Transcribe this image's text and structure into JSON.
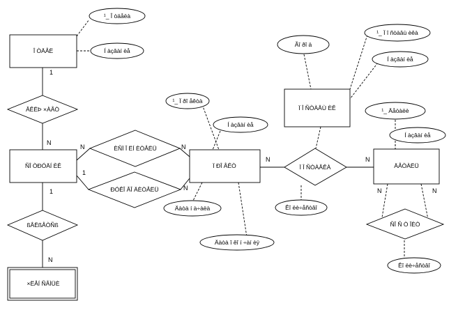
{
  "entities": {
    "e1": "Î ÒÄÅË",
    "e2": "ÑÎ ÒÐÓÄÍ ÈÊ",
    "e3": "×ËÅÍ  ÑÅÌÜÈ",
    "e4": "Ï ÐÎ ÅÊÒ",
    "e5": "Ï Î ÑÒÀÂÙ ÈÊ",
    "e6": "ÄÅÒÀËÜ"
  },
  "relationships": {
    "r1": "ÂÊËÞ ×ÀÅÒ",
    "r2": "ÈÑÏ Î ËÍ ÈÒÅËÜ",
    "r3": "ÐÓÊÎ ÂÎ ÄÈÒÅËÜ",
    "r4": "ßÂËßÅÒÑß",
    "r5": "Ï Î ÑÒÀÂÊÀ",
    "r6": "ÑÎ Ñ Ò ÎÈÒ"
  },
  "attributes": {
    "e1_key": "¹_ Î òäåëà",
    "e1_name": "Í àçâàí èå",
    "e4_key": "¹_ Ï ðî åêòà",
    "e4_name": "Í àçâàí èå",
    "e4_start": "Äàòà í à÷àëà",
    "e4_end": "Äàòà î êî í ÷àí èÿ",
    "e5_city": "Ãî ðî ä",
    "e5_key": "¹_ Ï î ñòàâù èêà",
    "e5_name": "Í àçâàí èå",
    "r5_qty": "Êî ëè÷åñòâî",
    "e6_key": "¹_ Äåòàëè",
    "e6_name": "Í àçâàí èå",
    "r6_qty": "Êî ëè÷åñòâî"
  },
  "cardinalities": {
    "e1_r1": "1",
    "r1_e2": "N",
    "e2_r4": "1",
    "r4_e3": "N",
    "e2_r2": "N",
    "e4_r2": "N",
    "e2_r3": "1",
    "e4_r3": "N",
    "e4_r5": "N",
    "e6_r5": "N",
    "e6_r6_left": "N",
    "e6_r6_right": "N"
  }
}
